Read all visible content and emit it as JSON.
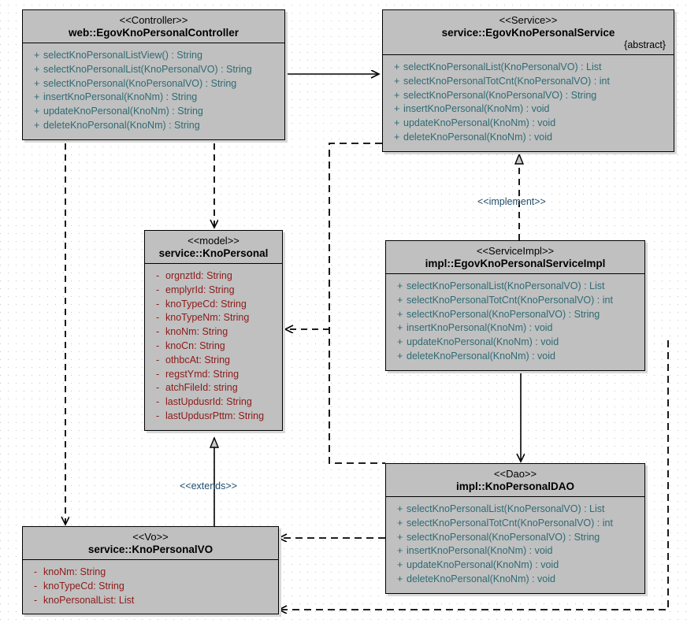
{
  "diagram": {
    "title": "EgovKnoPersonal UML class diagram",
    "background": "#ffffff",
    "node_fill": "#c0c0c0",
    "operation_color": "#2e6b73",
    "attribute_color": "#8b1a1a",
    "label_color": "#1f4e6b"
  },
  "classes": {
    "controller": {
      "stereotype": "<<Controller>>",
      "name": "web::EgovKnoPersonalController",
      "members": [
        {
          "vis": "+",
          "text": "selectKnoPersonalListView() : String"
        },
        {
          "vis": "+",
          "text": "selectKnoPersonalList(KnoPersonalVO) : String"
        },
        {
          "vis": "+",
          "text": "selectKnoPersonal(KnoPersonalVO) : String"
        },
        {
          "vis": "+",
          "text": "insertKnoPersonal(KnoNm) : String"
        },
        {
          "vis": "+",
          "text": "updateKnoPersonal(KnoNm) : String"
        },
        {
          "vis": "+",
          "text": "deleteKnoPersonal(KnoNm) : String"
        }
      ]
    },
    "service": {
      "stereotype": "<<Service>>",
      "name": "service::EgovKnoPersonalService",
      "modifier": "{abstract}",
      "members": [
        {
          "vis": "+",
          "text": "selectKnoPersonalList(KnoPersonalVO) : List"
        },
        {
          "vis": "+",
          "text": "selectKnoPersonalTotCnt(KnoPersonalVO) : int"
        },
        {
          "vis": "+",
          "text": "selectKnoPersonal(KnoPersonalVO) : String"
        },
        {
          "vis": "+",
          "text": "insertKnoPersonal(KnoNm) : void"
        },
        {
          "vis": "+",
          "text": "updateKnoPersonal(KnoNm) : void"
        },
        {
          "vis": "+",
          "text": "deleteKnoPersonal(KnoNm) : void"
        }
      ]
    },
    "model": {
      "stereotype": "<<model>>",
      "name": "service::KnoPersonal",
      "members": [
        {
          "vis": "-",
          "text": "orgnztId:  String"
        },
        {
          "vis": "-",
          "text": "emplyrId:  String"
        },
        {
          "vis": "-",
          "text": "knoTypeCd:  String"
        },
        {
          "vis": "-",
          "text": "knoTypeNm:  String"
        },
        {
          "vis": "-",
          "text": "knoNm:  String"
        },
        {
          "vis": "-",
          "text": "knoCn:  String"
        },
        {
          "vis": "-",
          "text": "othbcAt:  String"
        },
        {
          "vis": "-",
          "text": "regstYmd:  String"
        },
        {
          "vis": "-",
          "text": "atchFileId:  string"
        },
        {
          "vis": "-",
          "text": "lastUpdusrId:  String"
        },
        {
          "vis": "-",
          "text": "lastUpdusrPttm:  String"
        }
      ]
    },
    "serviceimpl": {
      "stereotype": "<<ServiceImpl>>",
      "name": "impl::EgovKnoPersonalServiceImpl",
      "members": [
        {
          "vis": "+",
          "text": "selectKnoPersonalList(KnoPersonalVO) : List"
        },
        {
          "vis": "+",
          "text": "selectKnoPersonalTotCnt(KnoPersonalVO) : int"
        },
        {
          "vis": "+",
          "text": "selectKnoPersonal(KnoPersonalVO) : String"
        },
        {
          "vis": "+",
          "text": "insertKnoPersonal(KnoNm) : void"
        },
        {
          "vis": "+",
          "text": "updateKnoPersonal(KnoNm) : void"
        },
        {
          "vis": "+",
          "text": "deleteKnoPersonal(KnoNm) : void"
        }
      ]
    },
    "dao": {
      "stereotype": "<<Dao>>",
      "name": "impl::KnoPersonalDAO",
      "members": [
        {
          "vis": "+",
          "text": "selectKnoPersonalList(KnoPersonalVO) : List"
        },
        {
          "vis": "+",
          "text": "selectKnoPersonalTotCnt(KnoPersonalVO) : int"
        },
        {
          "vis": "+",
          "text": "selectKnoPersonal(KnoPersonalVO) : String"
        },
        {
          "vis": "+",
          "text": "insertKnoPersonal(KnoNm) : void"
        },
        {
          "vis": "+",
          "text": "updateKnoPersonal(KnoNm) : void"
        },
        {
          "vis": "+",
          "text": "deleteKnoPersonal(KnoNm) : void"
        }
      ]
    },
    "vo": {
      "stereotype": "<<Vo>>",
      "name": "service::KnoPersonalVO",
      "members": [
        {
          "vis": "-",
          "text": "knoNm:  String"
        },
        {
          "vis": "-",
          "text": "knoTypeCd:  String"
        },
        {
          "vis": "-",
          "text": "knoPersonalList:  List"
        }
      ]
    }
  },
  "relationships": [
    {
      "id": "controller-service",
      "label": "",
      "kind": "association",
      "from": "controller",
      "to": "service"
    },
    {
      "id": "controller-model",
      "label": "",
      "kind": "dependency",
      "from": "controller",
      "to": "model"
    },
    {
      "id": "controller-vo",
      "label": "",
      "kind": "dependency",
      "from": "controller",
      "to": "vo"
    },
    {
      "id": "serviceimpl-service",
      "label": "<<implement>>",
      "kind": "realization",
      "from": "serviceimpl",
      "to": "service"
    },
    {
      "id": "vo-model",
      "label": "<<extends>>",
      "kind": "generalization",
      "from": "vo",
      "to": "model"
    },
    {
      "id": "serviceimpl-dao",
      "label": "",
      "kind": "association",
      "from": "serviceimpl",
      "to": "dao"
    },
    {
      "id": "service-dao",
      "label": "",
      "kind": "dependency",
      "from": "service",
      "to": "model"
    },
    {
      "id": "dao-vo-upper",
      "label": "",
      "kind": "dependency",
      "from": "dao",
      "to": "vo"
    },
    {
      "id": "dao-vo-lower",
      "label": "",
      "kind": "dependency",
      "from": "serviceimpl",
      "to": "vo"
    }
  ]
}
